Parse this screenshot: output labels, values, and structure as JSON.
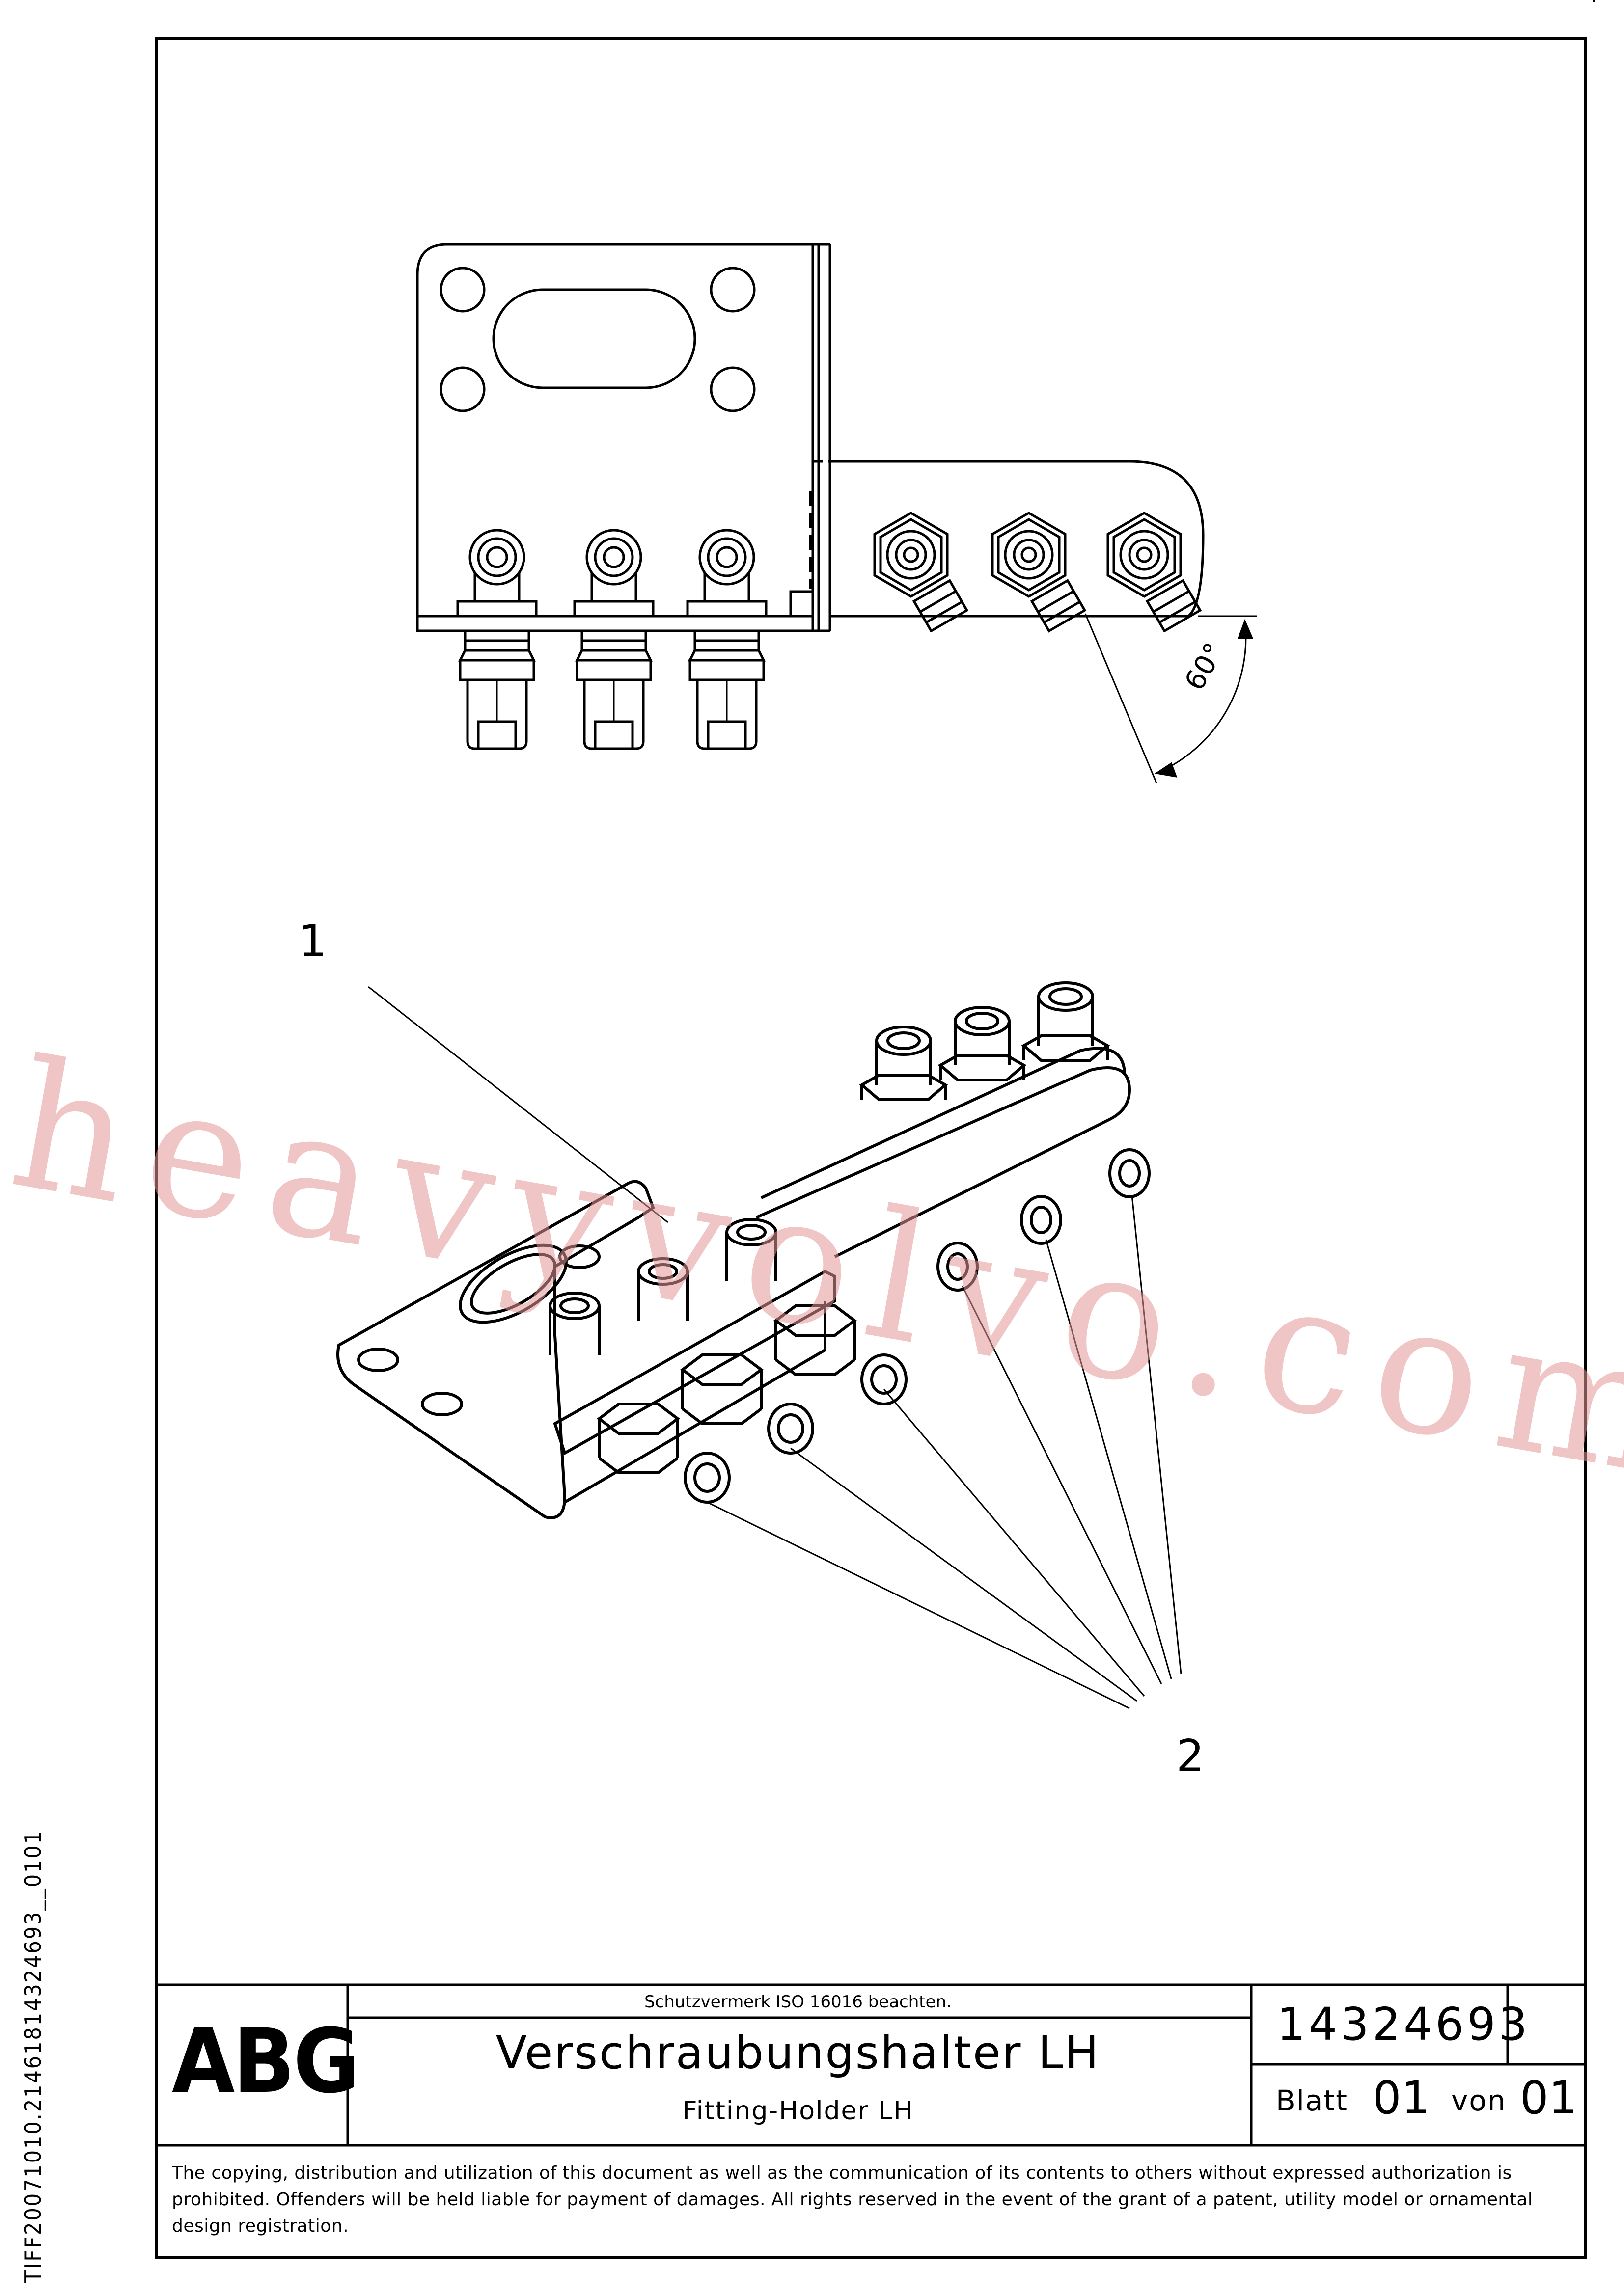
{
  "side_code": "TIFF20071010.214618143246​93__0101",
  "drawing": {
    "angle_label": "60°",
    "callouts": [
      {
        "id": "1",
        "text": "1"
      },
      {
        "id": "2",
        "text": "2"
      }
    ]
  },
  "watermark": "heavyvolvo.com",
  "title_block": {
    "logo_text": "ABG",
    "protection_note": "Schutzvermerk ISO 16016 beachten.",
    "title": "Verschraubungshalter LH",
    "subtitle": "Fitting-Holder LH",
    "drawing_number": "14324693",
    "sheet_label": "Blatt",
    "sheet_number": "01",
    "of_label": "von",
    "sheet_total": "01"
  },
  "legal_notice": "The copying, distribution and utilization of this document as well as the communication of its contents to others without expressed authorization is prohibited. Offenders will be held liable for payment of damages. All rights reserved in the event of the grant of a patent, utility model or ornamental design registration."
}
